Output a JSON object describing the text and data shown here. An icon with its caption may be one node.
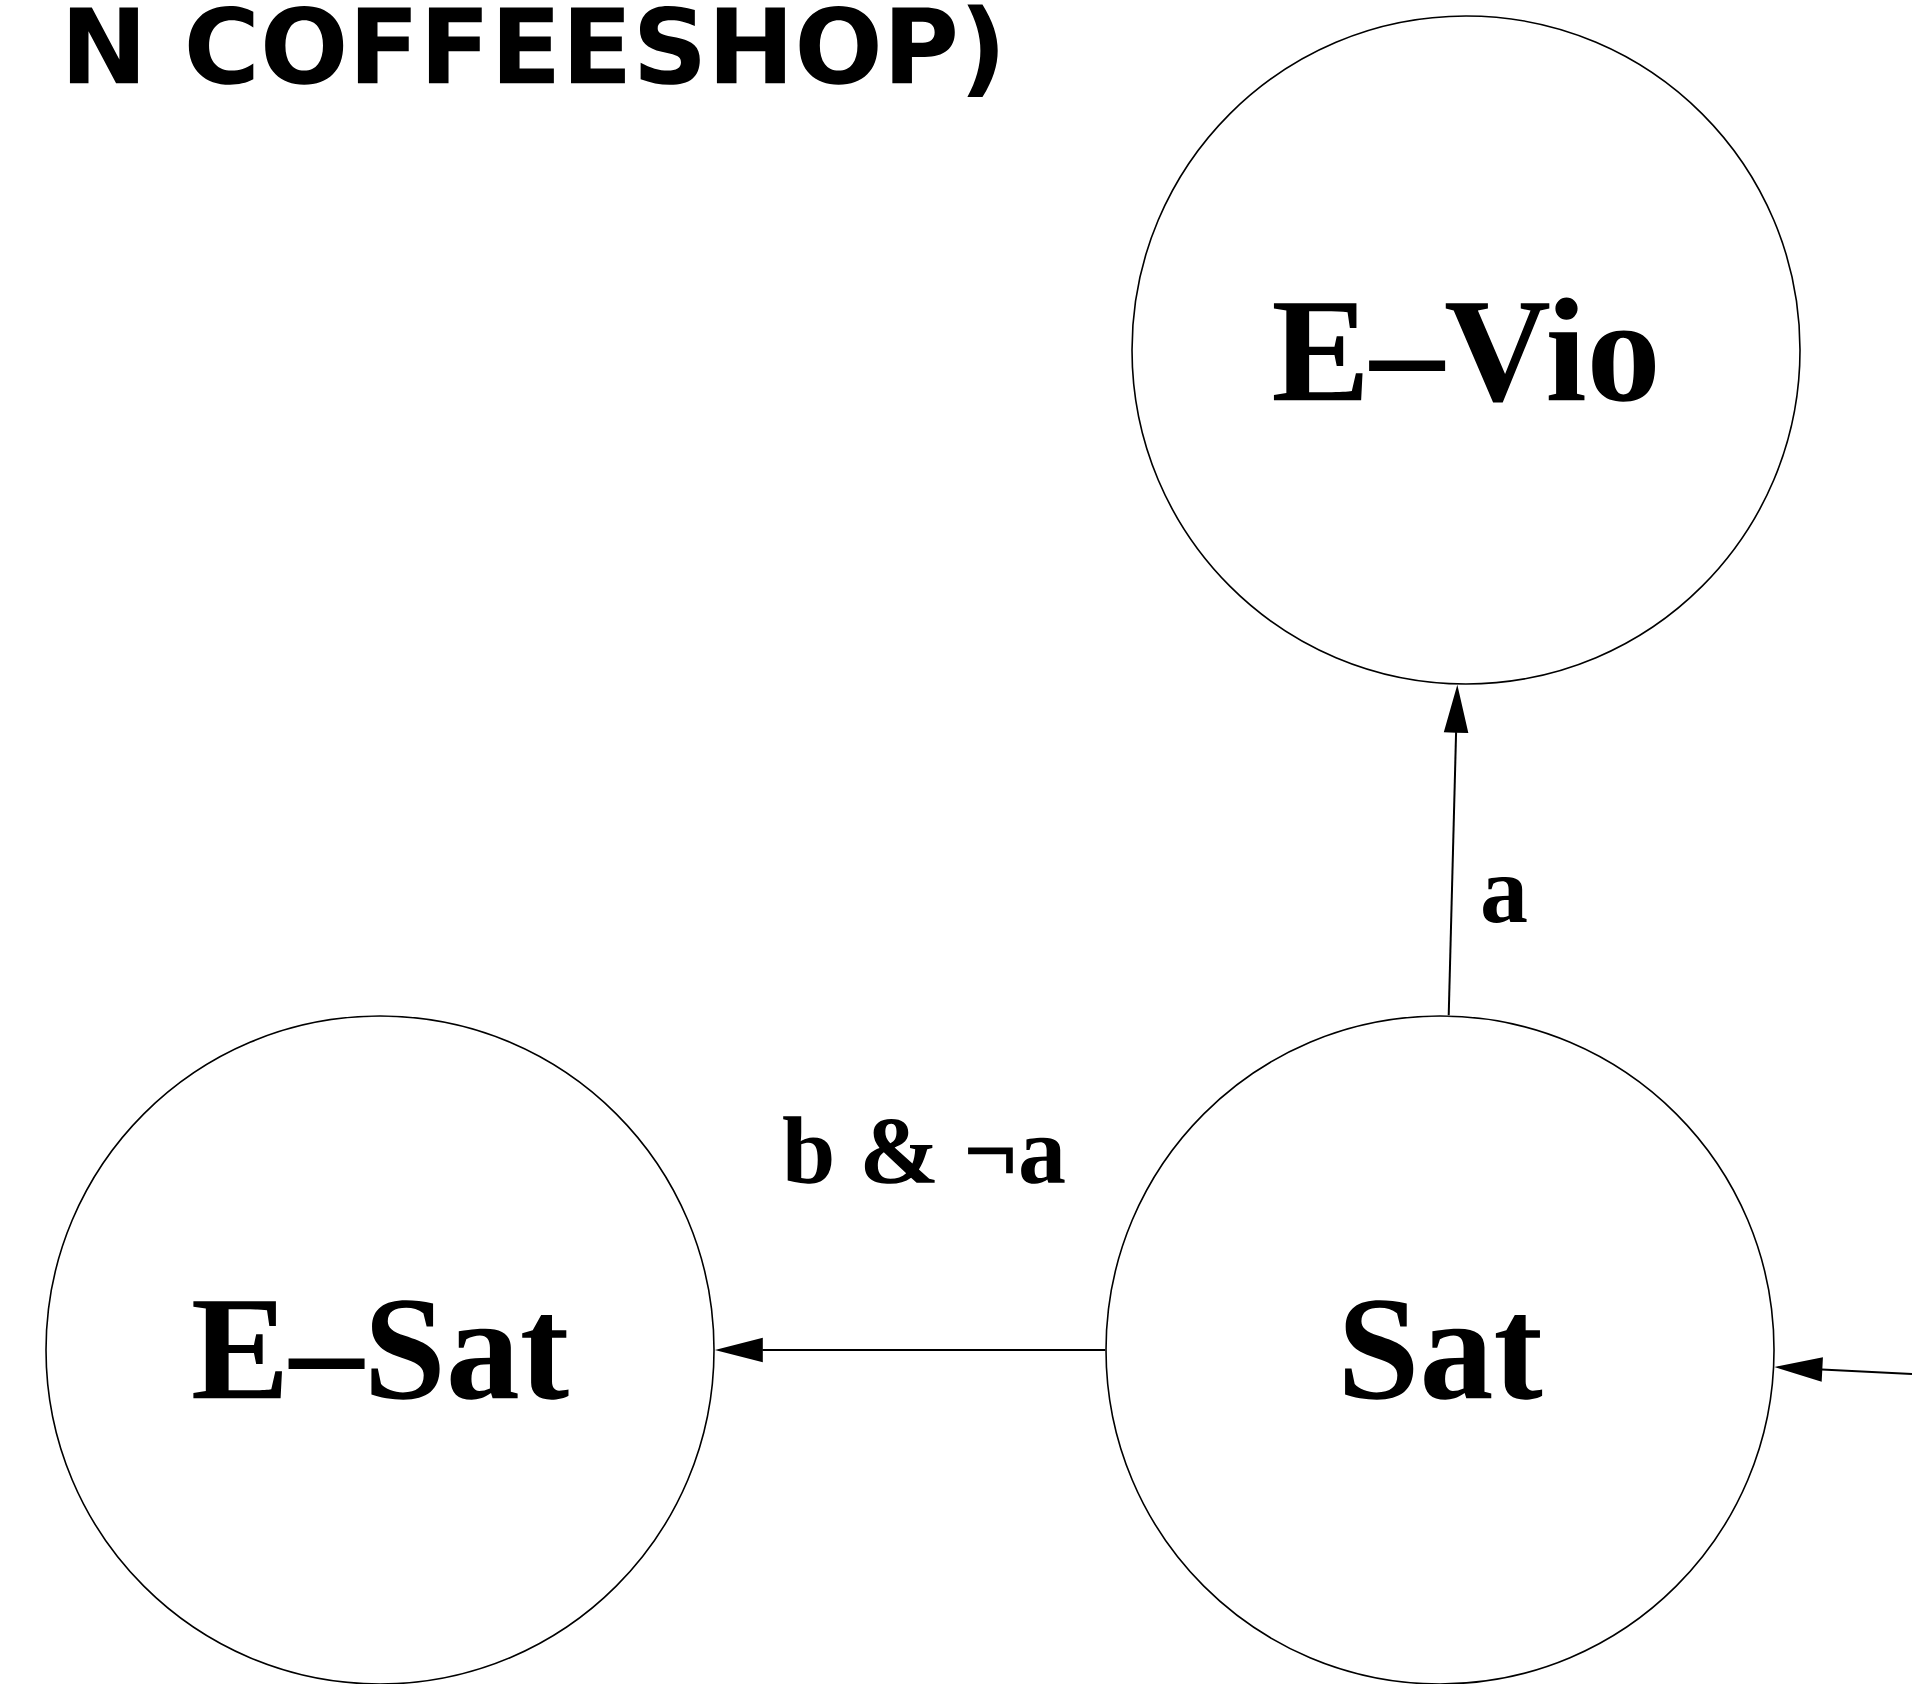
{
  "diagram": {
    "title": "N COFFEESHOP)",
    "nodes": [
      {
        "text": [
          "E–Vio"
        ]
      },
      {
        "text": [
          "E–Sat"
        ]
      },
      {
        "text": [
          "Sat"
        ]
      }
    ],
    "edges": [
      {
        "from": 2,
        "to": 0,
        "arrow": "to",
        "label": "a"
      },
      {
        "from": 2,
        "to": 1,
        "arrow": "to",
        "label": "b & ¬a"
      },
      {
        "from": null,
        "to": 2,
        "arrow": "to"
      }
    ]
  }
}
